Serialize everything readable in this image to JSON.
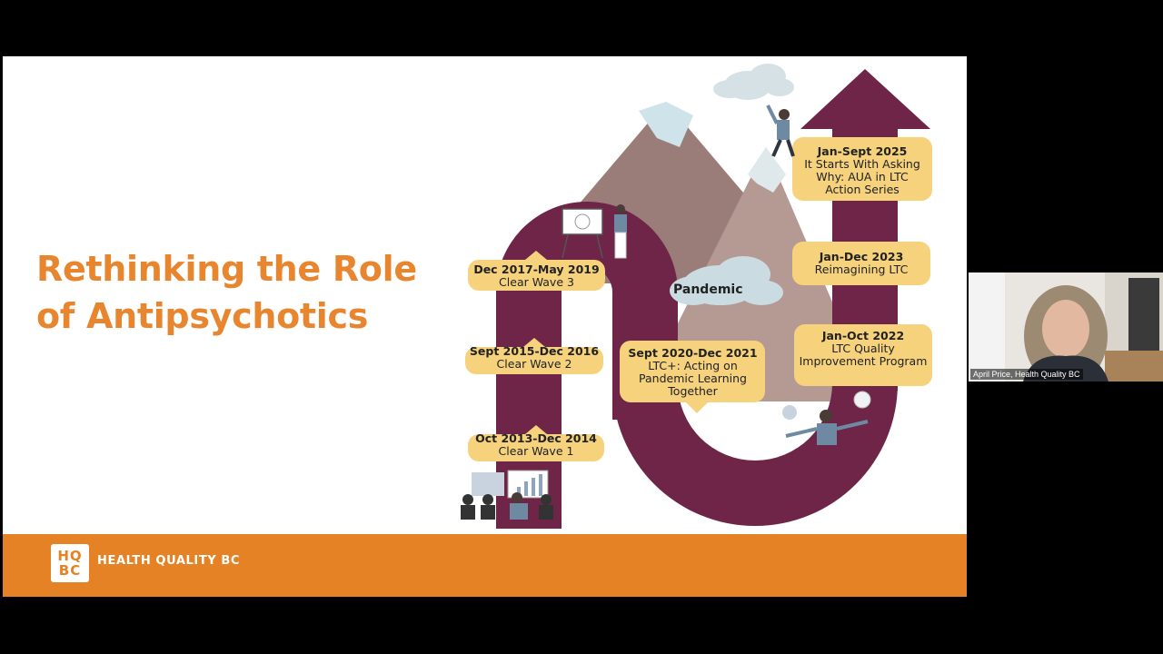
{
  "slide": {
    "title": "Rethinking the Role of Antipsychotics",
    "footer": {
      "logo_mark_line1": "HQ",
      "logo_mark_line2": "BC",
      "org_name": "HEALTH QUALITY BC"
    },
    "pandemic_label": "Pandemic",
    "milestones": [
      {
        "date": "Oct 2013-Dec 2014",
        "desc": "Clear Wave 1"
      },
      {
        "date": "Sept 2015-Dec 2016",
        "desc": "Clear Wave 2"
      },
      {
        "date": "Dec 2017-May 2019",
        "desc": "Clear Wave 3"
      },
      {
        "date": "Sept 2020-Dec 2021",
        "desc": "LTC+: Acting on Pandemic Learning Together"
      },
      {
        "date": "Jan-Oct 2022",
        "desc": "LTC Quality Improvement Program"
      },
      {
        "date": "Jan-Dec 2023",
        "desc": "Reimagining LTC"
      },
      {
        "date": "Jan-Sept 2025",
        "desc": "It Starts With Asking Why: AUA in LTC Action Series"
      }
    ],
    "colors": {
      "accent_orange": "#e58225",
      "title_orange": "#e8862f",
      "path_maroon": "#6e2547",
      "bubble_yellow": "#f6d27d",
      "mountain_brown": "#9a7d78",
      "snow": "#cfe3ea"
    }
  },
  "video_tile": {
    "participant_name": "April Price, Health Quality BC"
  }
}
